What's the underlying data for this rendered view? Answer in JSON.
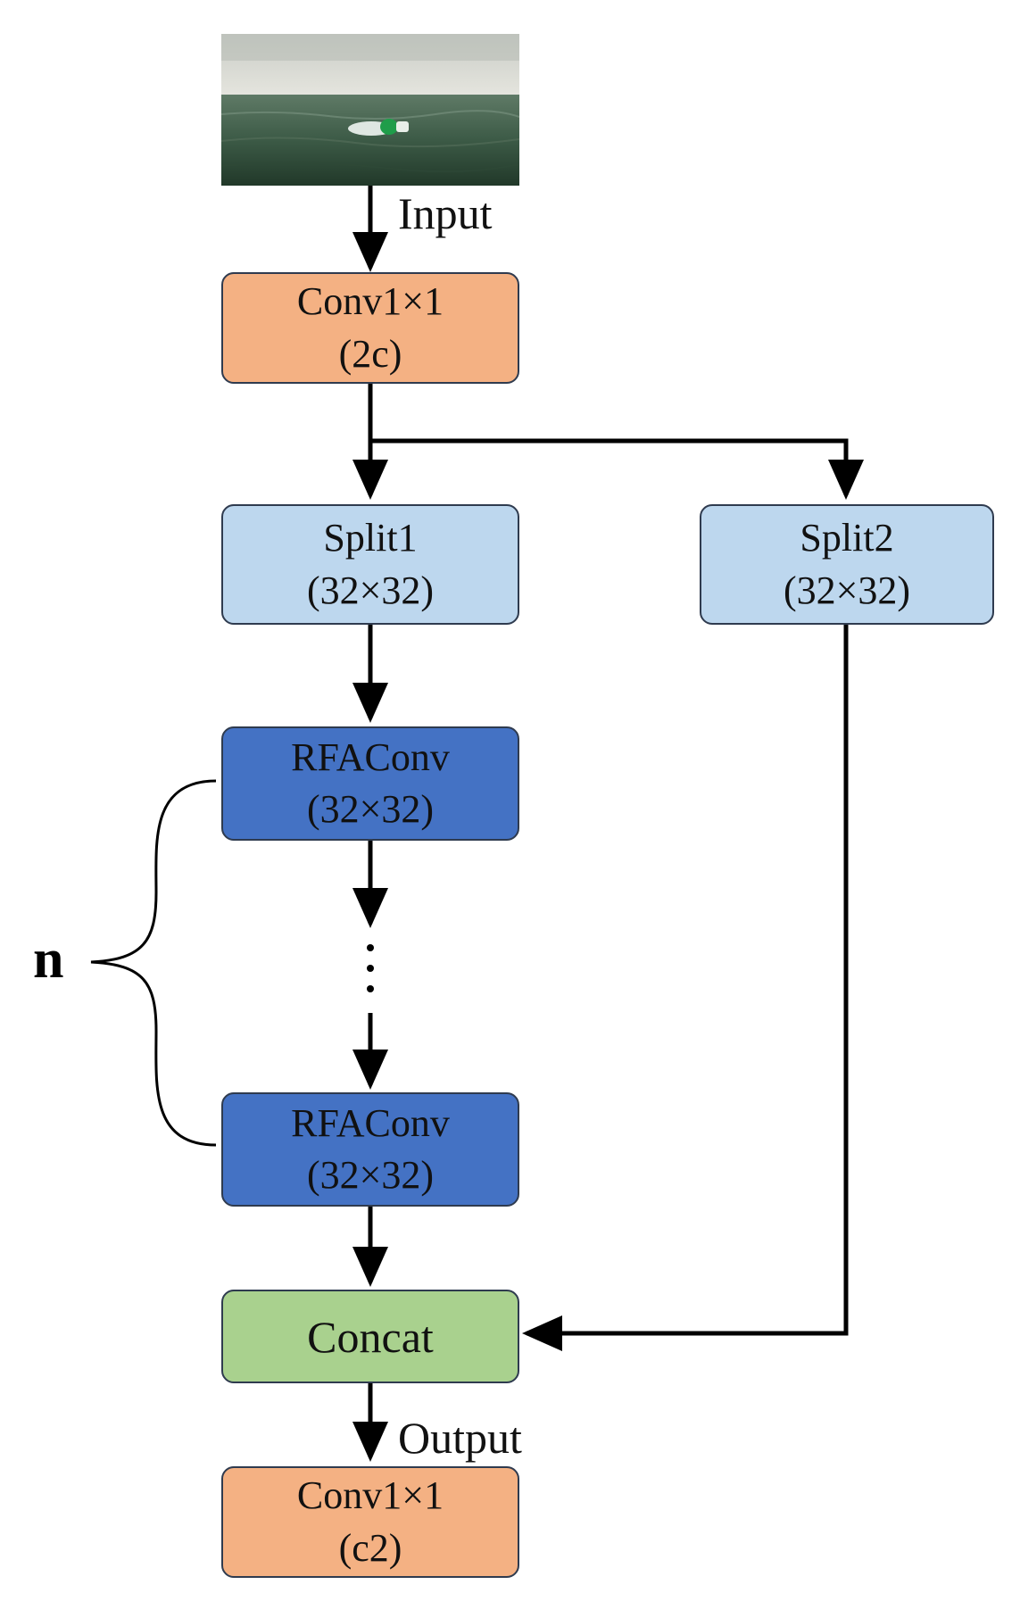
{
  "colors": {
    "conv": "#f4b183",
    "split": "#bdd7ee",
    "rfaconv": "#4472c4",
    "concat": "#a9d18e",
    "line": "#000000",
    "border": "#2f3b4f"
  },
  "input_label": "Input",
  "output_label": "Output",
  "repeat_label": "n",
  "nodes": {
    "conv_in": {
      "line1": "Conv1×1",
      "line2": "(2c)"
    },
    "split1": {
      "line1": "Split1",
      "line2": "(32×32)"
    },
    "split2": {
      "line1": "Split2",
      "line2": "(32×32)"
    },
    "rfaconv_first": {
      "line1": "RFAConv",
      "line2": "(32×32)"
    },
    "rfaconv_last": {
      "line1": "RFAConv",
      "line2": "(32×32)"
    },
    "concat": {
      "line1": "Concat"
    },
    "conv_out": {
      "line1": "Conv1×1",
      "line2": "(c2)"
    }
  }
}
